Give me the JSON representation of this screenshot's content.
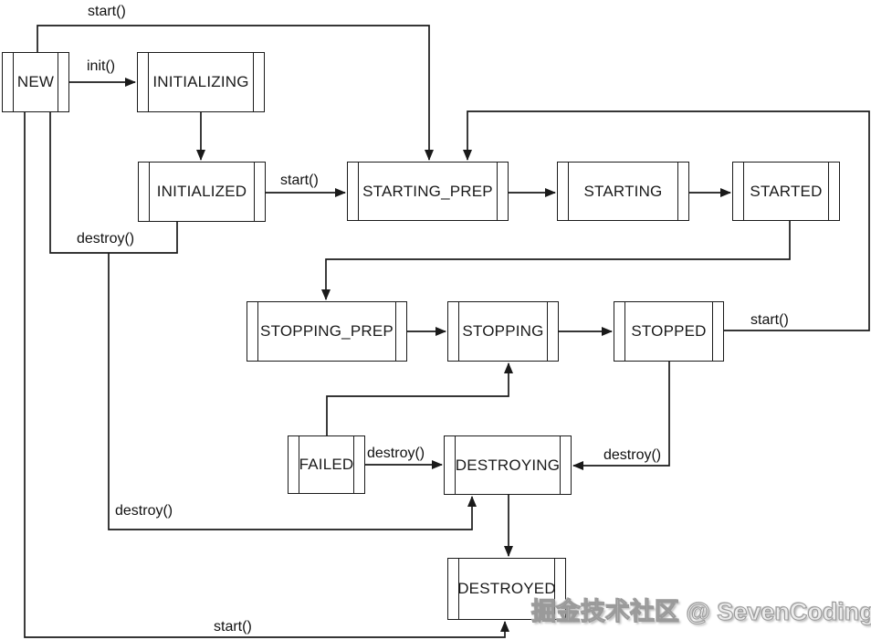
{
  "diagram": {
    "type": "state-diagram",
    "subject": "Lifecycle state transitions",
    "background_color": "#ffffff",
    "line_color": "#1a1a1a"
  },
  "states": [
    {
      "id": "new",
      "label": "NEW"
    },
    {
      "id": "initializing",
      "label": "INITIALIZING"
    },
    {
      "id": "initialized",
      "label": "INITIALIZED"
    },
    {
      "id": "starting_prep",
      "label": "STARTING_PREP"
    },
    {
      "id": "starting",
      "label": "STARTING"
    },
    {
      "id": "started",
      "label": "STARTED"
    },
    {
      "id": "stopping_prep",
      "label": "STOPPING_PREP"
    },
    {
      "id": "stopping",
      "label": "STOPPING"
    },
    {
      "id": "stopped",
      "label": "STOPPED"
    },
    {
      "id": "failed",
      "label": "FAILED"
    },
    {
      "id": "destroying",
      "label": "DESTROYING"
    },
    {
      "id": "destroyed",
      "label": "DESTROYED"
    }
  ],
  "edge_labels": [
    {
      "id": "start-top",
      "text": "start()",
      "edge": "NEW -> STARTING_PREP"
    },
    {
      "id": "init",
      "text": "init()",
      "edge": "NEW -> INITIALIZING"
    },
    {
      "id": "start-initialized",
      "text": "start()",
      "edge": "INITIALIZED -> STARTING_PREP"
    },
    {
      "id": "start-stopped",
      "text": "start()",
      "edge": "STOPPED -> STARTING_PREP"
    },
    {
      "id": "destroy-upper",
      "text": "destroy()",
      "edge": "NEW / INITIALIZED -> DESTROYING"
    },
    {
      "id": "destroy-failed",
      "text": "destroy()",
      "edge": "FAILED -> DESTROYING"
    },
    {
      "id": "destroy-stopped",
      "text": "destroy()",
      "edge": "STOPPED -> DESTROYING"
    },
    {
      "id": "destroy-lower",
      "text": "destroy()",
      "edge": "NEW / INITIALIZED -> DESTROYING"
    },
    {
      "id": "start-bottom",
      "text": "start()",
      "edge": "NEW -> DESTROYED"
    }
  ],
  "watermark": {
    "text": "掘金技术社区 @ SevenCoding",
    "color": "#ececec"
  }
}
